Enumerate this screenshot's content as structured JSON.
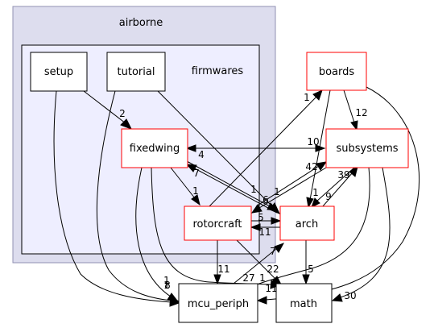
{
  "colors": {
    "outer_cluster_fill": "#ddddee",
    "outer_cluster_stroke": "#9191b3",
    "inner_cluster_fill": "#eeeeff",
    "inner_cluster_stroke": "#000000",
    "red_node_stroke": "#ff0000",
    "black_node_stroke": "#000000",
    "edge_color": "#000000"
  },
  "clusters": {
    "airborne": {
      "label": "airborne"
    },
    "firmwares": {
      "label": "firmwares"
    }
  },
  "nodes": {
    "setup": {
      "label": "setup"
    },
    "tutorial": {
      "label": "tutorial"
    },
    "fixedwing": {
      "label": "fixedwing"
    },
    "rotorcraft": {
      "label": "rotorcraft"
    },
    "boards": {
      "label": "boards"
    },
    "subsystems": {
      "label": "subsystems"
    },
    "arch": {
      "label": "arch"
    },
    "mcu_periph": {
      "label": "mcu_periph"
    },
    "math": {
      "label": "math"
    }
  },
  "edges": [
    {
      "id": "setup-fixedwing",
      "label": "2"
    },
    {
      "id": "setup-mcu_periph",
      "label": "1"
    },
    {
      "id": "tutorial-arch",
      "label": "1"
    },
    {
      "id": "tutorial-mcu_periph",
      "label": "1"
    },
    {
      "id": "fixedwing-subsystems",
      "label": "10"
    },
    {
      "id": "subsystems-fixedwing",
      "label": "4"
    },
    {
      "id": "fixedwing-rotorcraft",
      "label": "1"
    },
    {
      "id": "fixedwing-arch",
      "label": "1"
    },
    {
      "id": "arch-fixedwing",
      "label": "7"
    },
    {
      "id": "fixedwing-mcu_periph",
      "label": "8"
    },
    {
      "id": "fixedwing-math",
      "label": "27"
    },
    {
      "id": "rotorcraft-boards",
      "label": "1"
    },
    {
      "id": "rotorcraft-subsystems",
      "label": "42"
    },
    {
      "id": "subsystems-rotorcraft",
      "label": "6"
    },
    {
      "id": "rotorcraft-arch",
      "label": "5"
    },
    {
      "id": "arch-rotorcraft",
      "label": "11"
    },
    {
      "id": "rotorcraft-mcu_periph",
      "label": "11"
    },
    {
      "id": "rotorcraft-math",
      "label": "1"
    },
    {
      "id": "boards-subsystems",
      "label": "12"
    },
    {
      "id": "boards-arch",
      "label": "1"
    },
    {
      "id": "boards-mcu_periph",
      "label": "11"
    },
    {
      "id": "subsystems-arch",
      "label": "9"
    },
    {
      "id": "arch-subsystems",
      "label": "39"
    },
    {
      "id": "subsystems-mcu_periph",
      "label": "22"
    },
    {
      "id": "subsystems-math",
      "label": "30"
    },
    {
      "id": "arch-mcu_periph",
      "label": "7"
    },
    {
      "id": "arch-math",
      "label": "5"
    }
  ]
}
